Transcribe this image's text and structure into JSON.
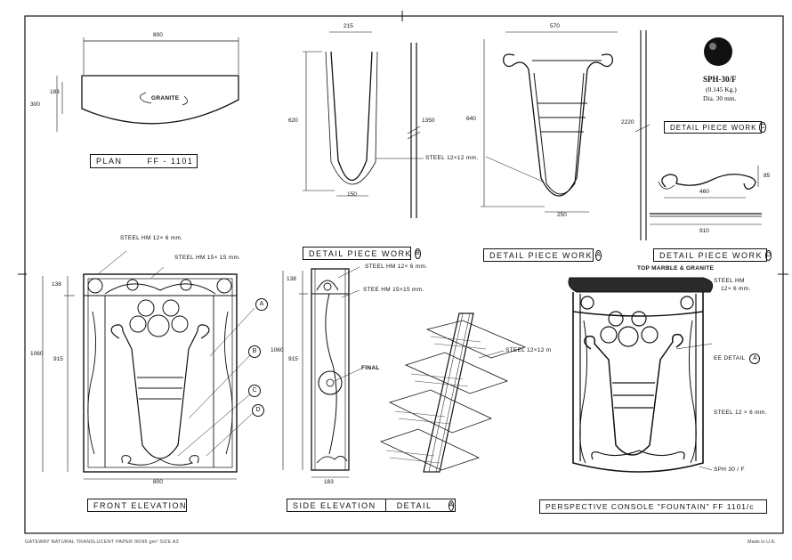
{
  "plan": {
    "title_label": "PLAN",
    "code": "FF - 1101",
    "dim_width": "800",
    "dim_height_outer": "300",
    "dim_height_inner": "183",
    "material": "GRANITE"
  },
  "detail_b": {
    "title": "DETAIL PIECE WORK",
    "marker": "B",
    "dim_top": "215",
    "dim_height": "620",
    "dim_bottom": "150",
    "dim_side": "1350",
    "steel_note": "STEEL 12×12 mm."
  },
  "detail_a_piece": {
    "title": "DETAIL PIECE WORK",
    "marker": "A",
    "dim_top": "570",
    "dim_height": "640",
    "dim_bottom": "250"
  },
  "detail_c": {
    "title": "DETAIL PIECE WORK",
    "marker": "C",
    "dim_width": "460",
    "dim_height": "85",
    "dim_side": "2220"
  },
  "detail_d": {
    "title": "DETAIL PIECE WORK",
    "marker": "D",
    "dim_width": "910"
  },
  "sphere": {
    "code": "SPH-30/F",
    "weight": "(0.145 Kg.)",
    "diameter": "Dia. 30 mm."
  },
  "front": {
    "title": "FRONT   ELEVATION",
    "steel_1": "STEEL  HM  12× 6  mm.",
    "steel_2": "STEEL  HM     15× 15  mm.",
    "dim_width": "800",
    "dim_total": "1060",
    "dim_body": "915",
    "dim_top": "138",
    "callouts": [
      "A",
      "B",
      "C",
      "D"
    ]
  },
  "side": {
    "title": "SIDE  ELEVATION",
    "detail_label": "DETAIL",
    "detail_marker": "A",
    "steel_1": "STEEL  HM    12× 6  mm.",
    "steel_2": "STEE  HM   15×15 mm.",
    "final": "FINAL",
    "dim_top": "138",
    "dim_total": "1060",
    "dim_body": "915",
    "dim_width": "183"
  },
  "detail_a": {
    "steel": "STEEL   12×12  m"
  },
  "perspective": {
    "title": "PERSPECTIVE      CONSOLE \"FOUNTAIN\"  FF 1101/c",
    "top_note": "TOP  MARBLE & GRANITE",
    "steel_a": "STEEL HM",
    "steel_a2": "12× 6   mm.",
    "see_detail": "EE  DETAIL",
    "see_marker": "A",
    "steel_b": "STEEL  12 × 6 mm.",
    "sph": "SPH 30 / F"
  },
  "footer": {
    "paper": "GATEWAY NATURAL TRANSLUCENT PAPER 90/95 gm² SIZE A3",
    "made_in": "Made in U.K."
  }
}
